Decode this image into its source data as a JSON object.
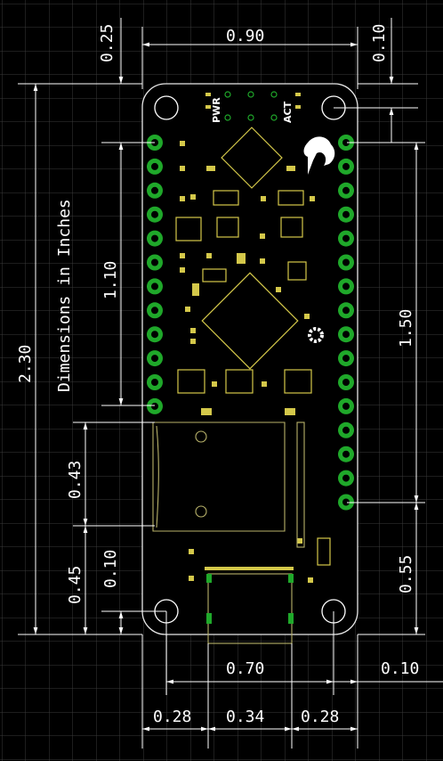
{
  "title": "Dimensions in Inches",
  "colors": {
    "background": "#000000",
    "grid": "#3a3a3a",
    "dimension_lines": "#ffffff",
    "board_outline": "#e8e8e8",
    "silkscreen": "#ffffff",
    "copper": "#d4c84a",
    "pth_pad": "#1fa82a",
    "card_outline": "#b8b26a"
  },
  "silkscreen_labels": {
    "power": "PWR",
    "activity": "ACT"
  },
  "dimensions": {
    "top_offset": "0.25",
    "width": "0.90",
    "right_margin_top": "0.10",
    "total_height": "2.30",
    "left_header_span": "1.10",
    "right_header_span": "1.50",
    "card_height": "0.43",
    "bottom_hole_offset": "0.10",
    "bottom_section": "0.45",
    "right_bottom_section": "0.55",
    "usb_span": "0.70",
    "right_margin_bottom": "0.10",
    "bottom_left": "0.28",
    "bottom_center": "0.34",
    "bottom_right": "0.28"
  },
  "pins": {
    "left_count": 12,
    "right_count": 16
  }
}
